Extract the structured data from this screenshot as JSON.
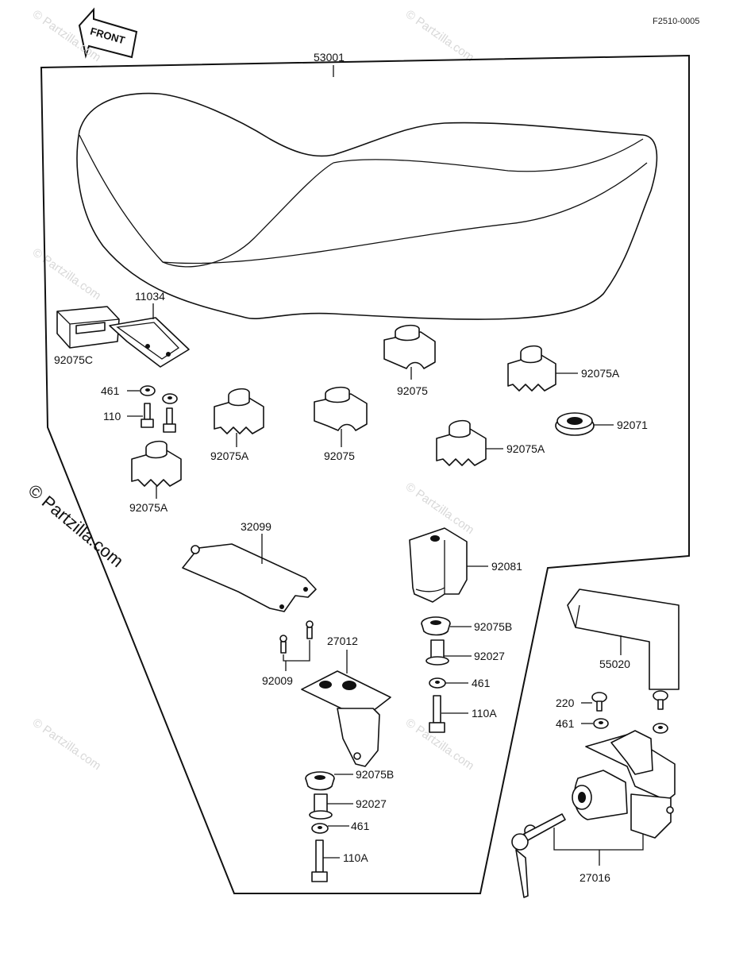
{
  "diagram": {
    "ref_code": "F2510-0005",
    "front_label": "FRONT",
    "side_watermark": "© Partzilla.com",
    "watermark": "© Partzilla.com",
    "parts": {
      "seat": "53001",
      "hook_bracket": "11034",
      "cover_92075C": "92075C",
      "nut_461_left": "461",
      "bolt_110_left": "110",
      "damper_92075A_a": "92075A",
      "damper_92075_a": "92075",
      "damper_92075_b": "92075",
      "damper_92075A_b": "92075A",
      "damper_92071": "92071",
      "damper_92075A_c": "92075A",
      "damper_92075A_d": "92075A",
      "plate_32099": "32099",
      "bracket_92081": "92081",
      "damper_92075B_a": "92075B",
      "collar_92027_a": "92027",
      "nut_461_a": "461",
      "bolt_110A_a": "110A",
      "cover_55020": "55020",
      "hinge_27012": "27012",
      "screw_92009": "92009",
      "damper_92075B_b": "92075B",
      "collar_92027_b": "92027",
      "nut_461_b": "461",
      "bolt_110A_b": "110A",
      "screw_220": "220",
      "nut_461_c": "461",
      "lock_27016": "27016"
    }
  }
}
